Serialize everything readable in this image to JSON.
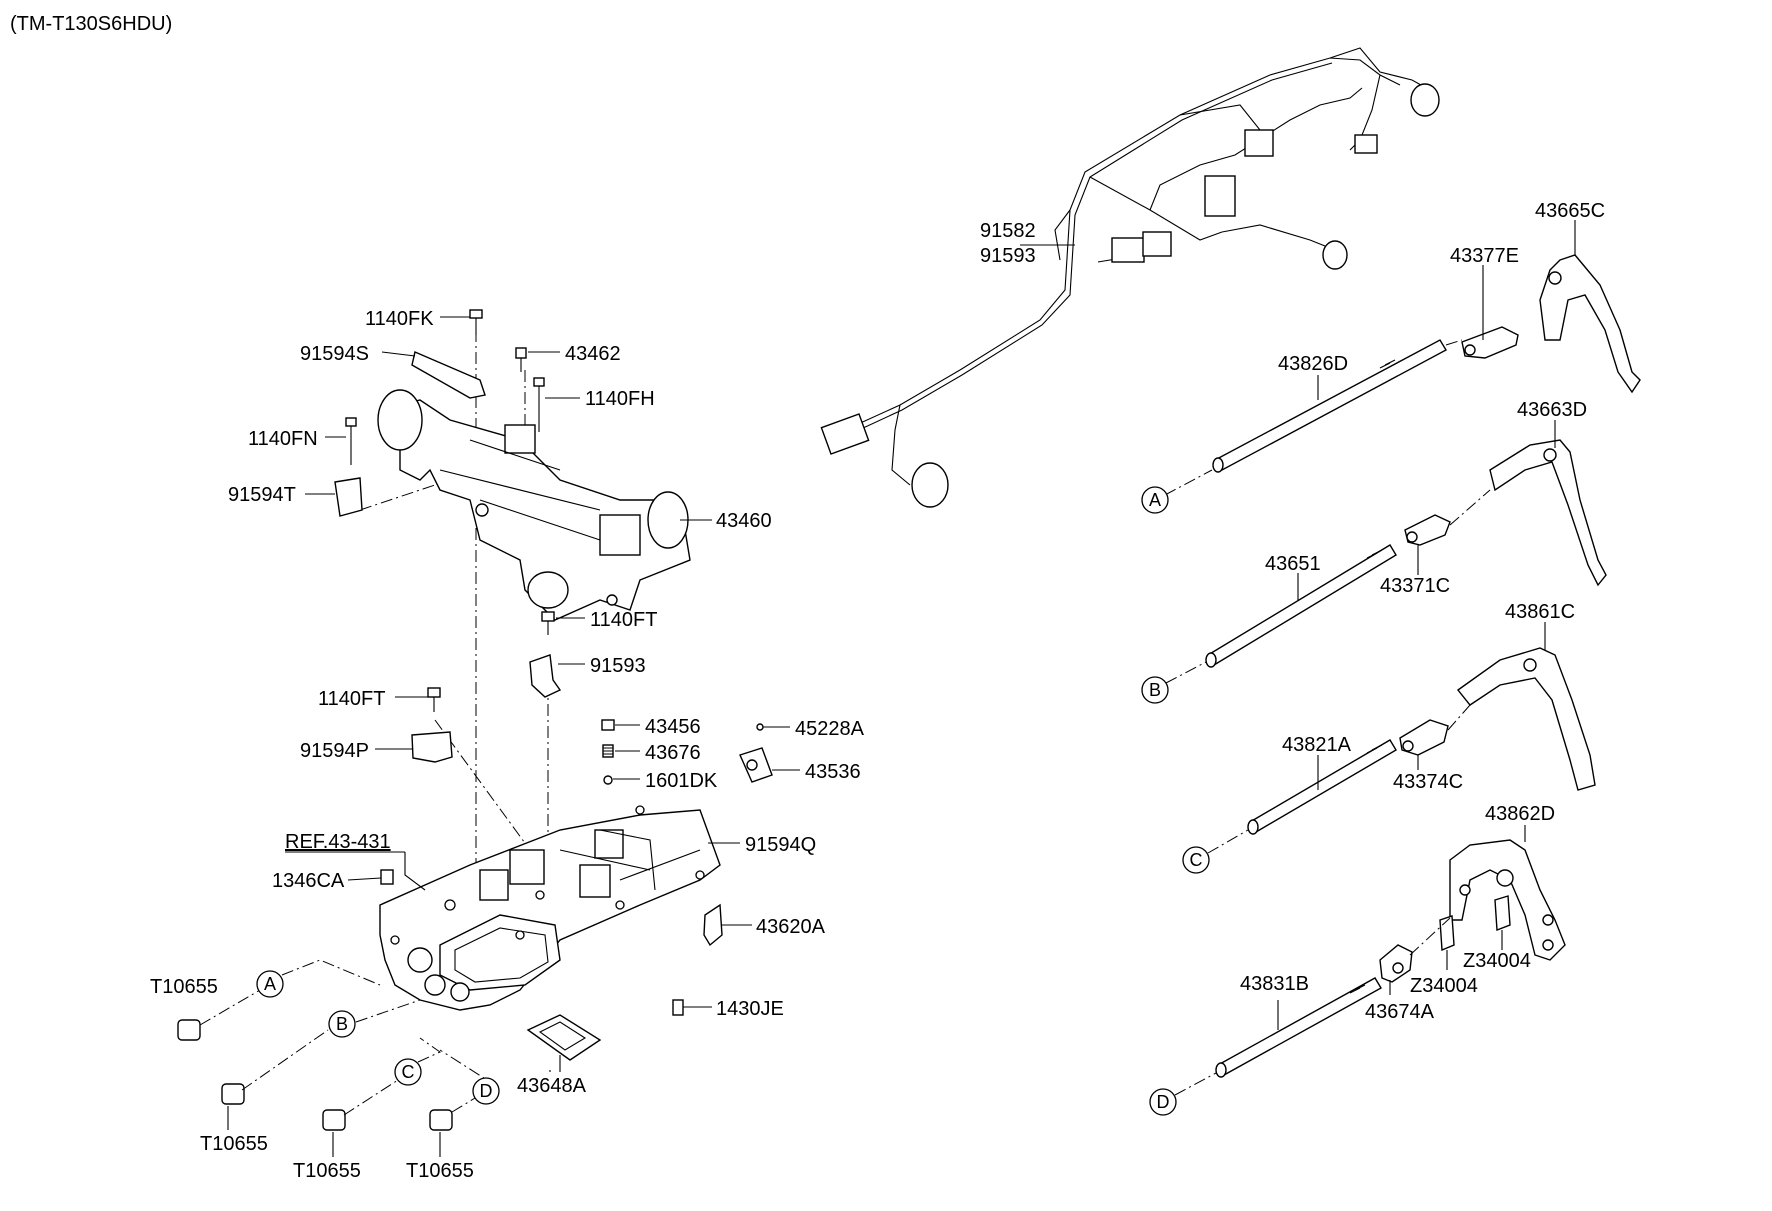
{
  "header": {
    "model_code": "(TM-T130S6HDU)"
  },
  "labels": {
    "p1140FK": "1140FK",
    "p91594S": "91594S",
    "p43462": "43462",
    "p1140FH": "1140FH",
    "p1140FN": "1140FN",
    "p91594T": "91594T",
    "p43460": "43460",
    "p1140FT_a": "1140FT",
    "p91593_a": "91593",
    "p1140FT_b": "1140FT",
    "p43456": "43456",
    "p45228A": "45228A",
    "p43676": "43676",
    "p43536": "43536",
    "p1601DK": "1601DK",
    "p91594P": "91594P",
    "ref": "REF.43-431",
    "p91594Q": "91594Q",
    "p1346CA": "1346CA",
    "p43620A": "43620A",
    "pT10655_1": "T10655",
    "p1430JE": "1430JE",
    "p43648A": "43648A",
    "pT10655_2": "T10655",
    "pT10655_3": "T10655",
    "pT10655_4": "T10655",
    "p91582": "91582",
    "p91593_b": "91593",
    "p43665C": "43665C",
    "p43377E": "43377E",
    "p43826D": "43826D",
    "p43663D": "43663D",
    "p43651": "43651",
    "p43371C": "43371C",
    "p43861C": "43861C",
    "p43821A": "43821A",
    "p43374C": "43374C",
    "p43862D": "43862D",
    "pZ34004_a": "Z34004",
    "pZ34004_b": "Z34004",
    "p43831B": "43831B",
    "p43674A": "43674A"
  },
  "markers": {
    "left_A": "A",
    "left_B": "B",
    "left_C": "C",
    "left_D": "D",
    "right_A": "A",
    "right_B": "B",
    "right_C": "C",
    "right_D": "D"
  }
}
